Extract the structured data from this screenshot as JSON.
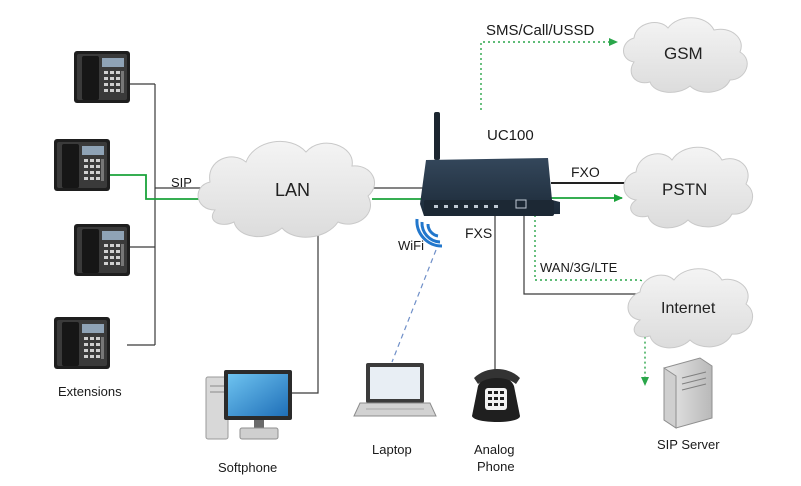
{
  "labels": {
    "sms_call_ussd": "SMS/Call/USSD",
    "gsm": "GSM",
    "uc100": "UC100",
    "fxo": "FXO",
    "pstn": "PSTN",
    "sip": "SIP",
    "lan": "LAN",
    "wifi": "WiFi",
    "fxs": "FXS",
    "wan": "WAN/3G/LTE",
    "internet": "Internet",
    "extensions": "Extensions",
    "softphone": "Softphone",
    "laptop": "Laptop",
    "analog_phone_line1": "Analog",
    "analog_phone_line2": "Phone",
    "sip_server": "SIP Server"
  },
  "colors": {
    "wire": "#3a3a3a",
    "green": "#1aa33a",
    "green_dotted": "#2aa64a",
    "wifi_dashed": "#6f8fc8",
    "wifi_icon": "#2277cc",
    "cloud_fill": "#e9e9e9",
    "cloud_stroke": "#c9c9c9",
    "device_body": "#27384a"
  },
  "icons": {
    "ip_phone": "desk-ip-phone-icon",
    "gateway": "uc100-gateway-device",
    "softphone": "desktop-computer-icon",
    "laptop": "laptop-icon",
    "analog_phone": "analog-telephone-icon",
    "server": "server-tower-icon",
    "wifi": "wifi-signal-icon",
    "cloud": "cloud-icon"
  }
}
